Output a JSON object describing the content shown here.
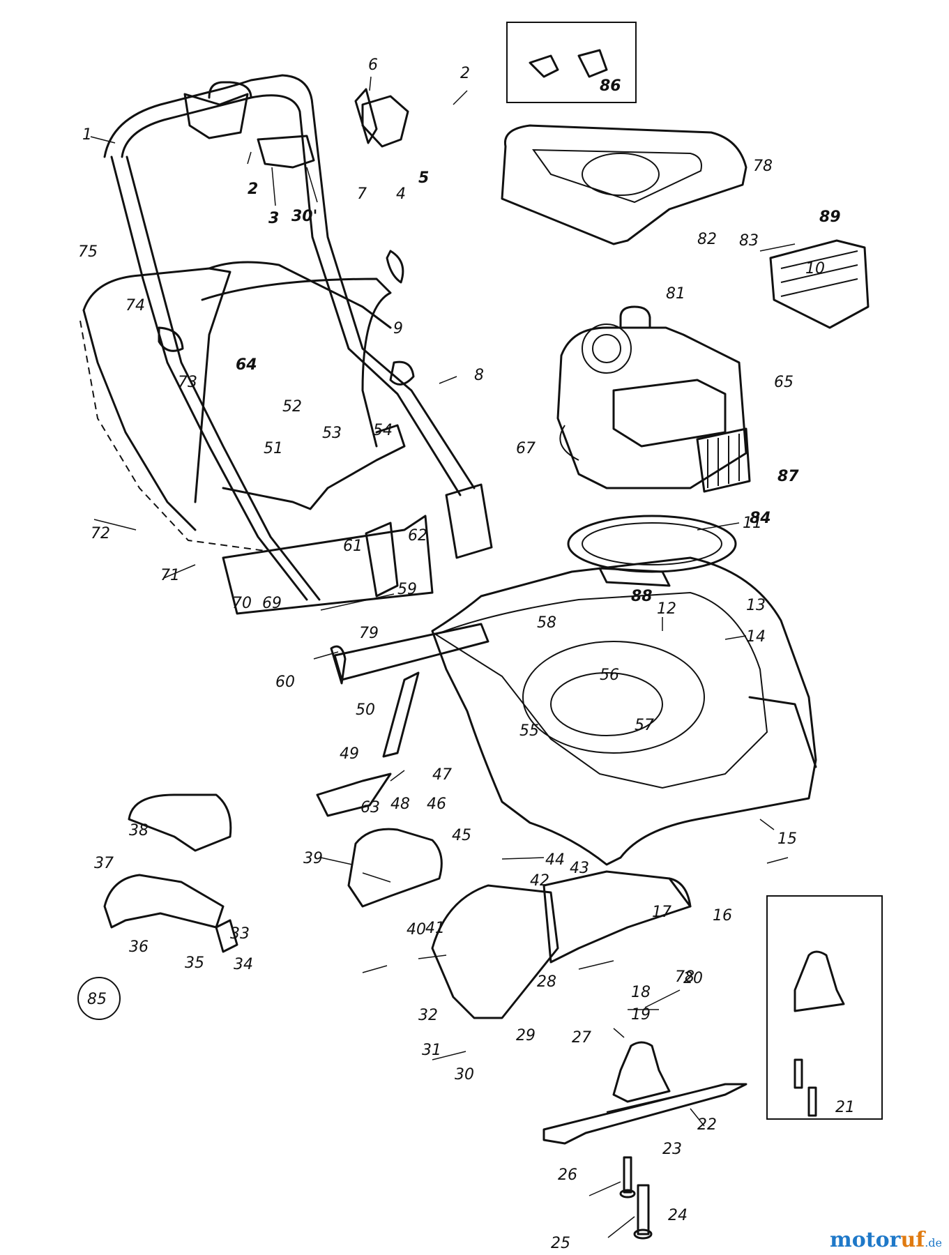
{
  "callouts": [
    {
      "id": "p1",
      "text": "1"
    },
    {
      "id": "p2a",
      "text": "2"
    },
    {
      "id": "p2b",
      "text": "2"
    },
    {
      "id": "p3",
      "text": "3"
    },
    {
      "id": "p4",
      "text": "4"
    },
    {
      "id": "p5",
      "text": "5"
    },
    {
      "id": "p6",
      "text": "6"
    },
    {
      "id": "p7",
      "text": "7"
    },
    {
      "id": "p8",
      "text": "8"
    },
    {
      "id": "p9",
      "text": "9"
    },
    {
      "id": "p10",
      "text": "10"
    },
    {
      "id": "p11",
      "text": "11"
    },
    {
      "id": "p12",
      "text": "12"
    },
    {
      "id": "p13",
      "text": "13"
    },
    {
      "id": "p14",
      "text": "14"
    },
    {
      "id": "p15",
      "text": "15"
    },
    {
      "id": "p16",
      "text": "16"
    },
    {
      "id": "p17",
      "text": "17"
    },
    {
      "id": "p18",
      "text": "18"
    },
    {
      "id": "p19",
      "text": "19"
    },
    {
      "id": "p20",
      "text": "20"
    },
    {
      "id": "p21",
      "text": "21"
    },
    {
      "id": "p22",
      "text": "22"
    },
    {
      "id": "p23",
      "text": "23"
    },
    {
      "id": "p24",
      "text": "24"
    },
    {
      "id": "p25",
      "text": "25"
    },
    {
      "id": "p26",
      "text": "26"
    },
    {
      "id": "p27",
      "text": "27"
    },
    {
      "id": "p28",
      "text": "28"
    },
    {
      "id": "p29",
      "text": "29"
    },
    {
      "id": "p30",
      "text": "30"
    },
    {
      "id": "p30p",
      "text": "30'"
    },
    {
      "id": "p31",
      "text": "31"
    },
    {
      "id": "p32",
      "text": "32"
    },
    {
      "id": "p33",
      "text": "33"
    },
    {
      "id": "p34",
      "text": "34"
    },
    {
      "id": "p35",
      "text": "35"
    },
    {
      "id": "p36",
      "text": "36"
    },
    {
      "id": "p37",
      "text": "37"
    },
    {
      "id": "p38",
      "text": "38"
    },
    {
      "id": "p39",
      "text": "39"
    },
    {
      "id": "p40",
      "text": "40"
    },
    {
      "id": "p41",
      "text": "41"
    },
    {
      "id": "p42",
      "text": "42"
    },
    {
      "id": "p43",
      "text": "43"
    },
    {
      "id": "p44",
      "text": "44"
    },
    {
      "id": "p45",
      "text": "45"
    },
    {
      "id": "p46",
      "text": "46"
    },
    {
      "id": "p47",
      "text": "47"
    },
    {
      "id": "p48",
      "text": "48"
    },
    {
      "id": "p49",
      "text": "49"
    },
    {
      "id": "p50",
      "text": "50"
    },
    {
      "id": "p51",
      "text": "51"
    },
    {
      "id": "p52",
      "text": "52"
    },
    {
      "id": "p53",
      "text": "53"
    },
    {
      "id": "p54",
      "text": "54"
    },
    {
      "id": "p55",
      "text": "55"
    },
    {
      "id": "p56",
      "text": "56"
    },
    {
      "id": "p57",
      "text": "57"
    },
    {
      "id": "p58",
      "text": "58"
    },
    {
      "id": "p59",
      "text": "59"
    },
    {
      "id": "p60",
      "text": "60"
    },
    {
      "id": "p61",
      "text": "61"
    },
    {
      "id": "p62",
      "text": "62"
    },
    {
      "id": "p63",
      "text": "63"
    },
    {
      "id": "p64",
      "text": "64"
    },
    {
      "id": "p65",
      "text": "65"
    },
    {
      "id": "p67",
      "text": "67"
    },
    {
      "id": "p69",
      "text": "69"
    },
    {
      "id": "p70",
      "text": "70"
    },
    {
      "id": "p71",
      "text": "71"
    },
    {
      "id": "p72",
      "text": "72"
    },
    {
      "id": "p73",
      "text": "73"
    },
    {
      "id": "p74",
      "text": "74"
    },
    {
      "id": "p75",
      "text": "75"
    },
    {
      "id": "p78a",
      "text": "78"
    },
    {
      "id": "p78b",
      "text": "78"
    },
    {
      "id": "p79",
      "text": "79"
    },
    {
      "id": "p81",
      "text": "81"
    },
    {
      "id": "p82",
      "text": "82"
    },
    {
      "id": "p83",
      "text": "83"
    },
    {
      "id": "p84",
      "text": "84"
    },
    {
      "id": "p85",
      "text": "85"
    },
    {
      "id": "p86",
      "text": "86"
    },
    {
      "id": "p87",
      "text": "87"
    },
    {
      "id": "p88",
      "text": "88"
    },
    {
      "id": "p89",
      "text": "89"
    }
  ],
  "watermark": {
    "part1": "motor",
    "part2": "uf",
    "suffix": ".de"
  },
  "colors": {
    "ink": "#111111",
    "paper": "#ffffff",
    "brand_blue": "#1e78c8",
    "brand_orange": "#e07a10"
  }
}
